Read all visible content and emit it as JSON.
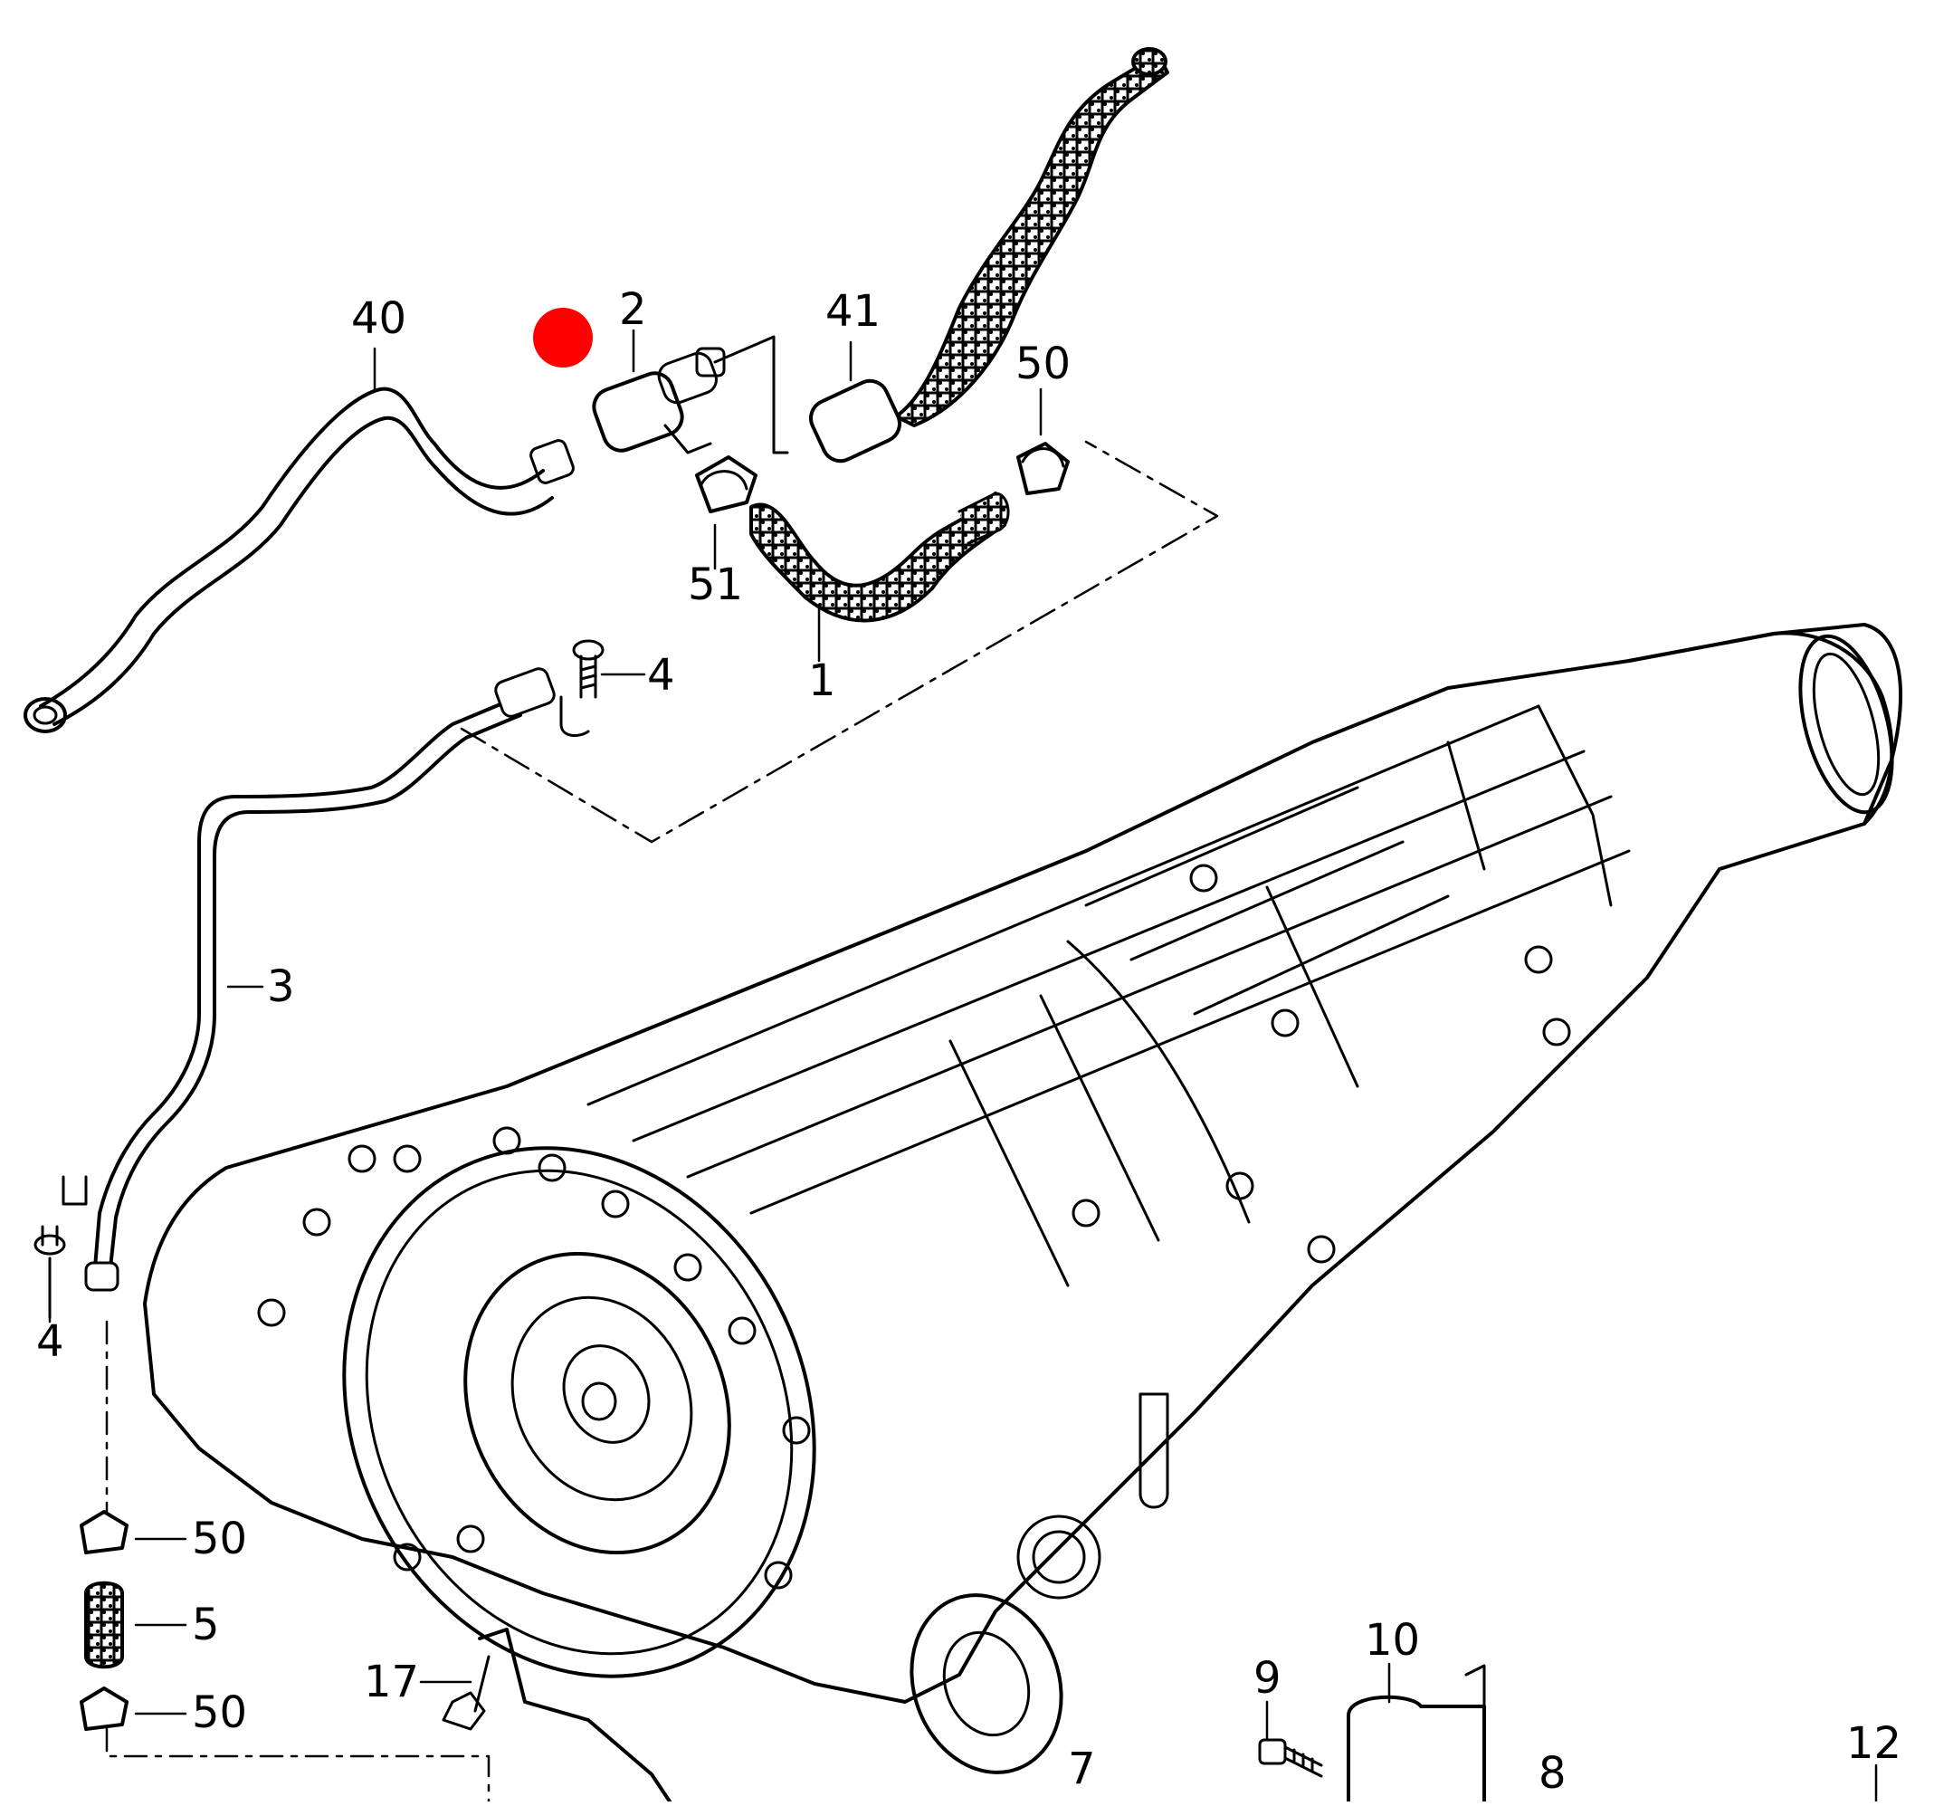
{
  "diagram": {
    "line_color": "#000000",
    "background": "#ffffff",
    "marker_color": "#ff0000",
    "callouts": [
      {
        "id": "c40",
        "label": "40"
      },
      {
        "id": "c2",
        "label": "2"
      },
      {
        "id": "c41",
        "label": "41"
      },
      {
        "id": "c50a",
        "label": "50"
      },
      {
        "id": "c51",
        "label": "51"
      },
      {
        "id": "c1",
        "label": "1"
      },
      {
        "id": "c4a",
        "label": "4"
      },
      {
        "id": "c3",
        "label": "3"
      },
      {
        "id": "c4b",
        "label": "4"
      },
      {
        "id": "c50b",
        "label": "50"
      },
      {
        "id": "c5",
        "label": "5"
      },
      {
        "id": "c50c",
        "label": "50"
      },
      {
        "id": "c17",
        "label": "17"
      },
      {
        "id": "c10",
        "label": "10"
      },
      {
        "id": "c9",
        "label": "9"
      },
      {
        "id": "c12",
        "label": "12"
      },
      {
        "id": "c7",
        "label": "7"
      },
      {
        "id": "c8",
        "label": "8"
      }
    ]
  }
}
